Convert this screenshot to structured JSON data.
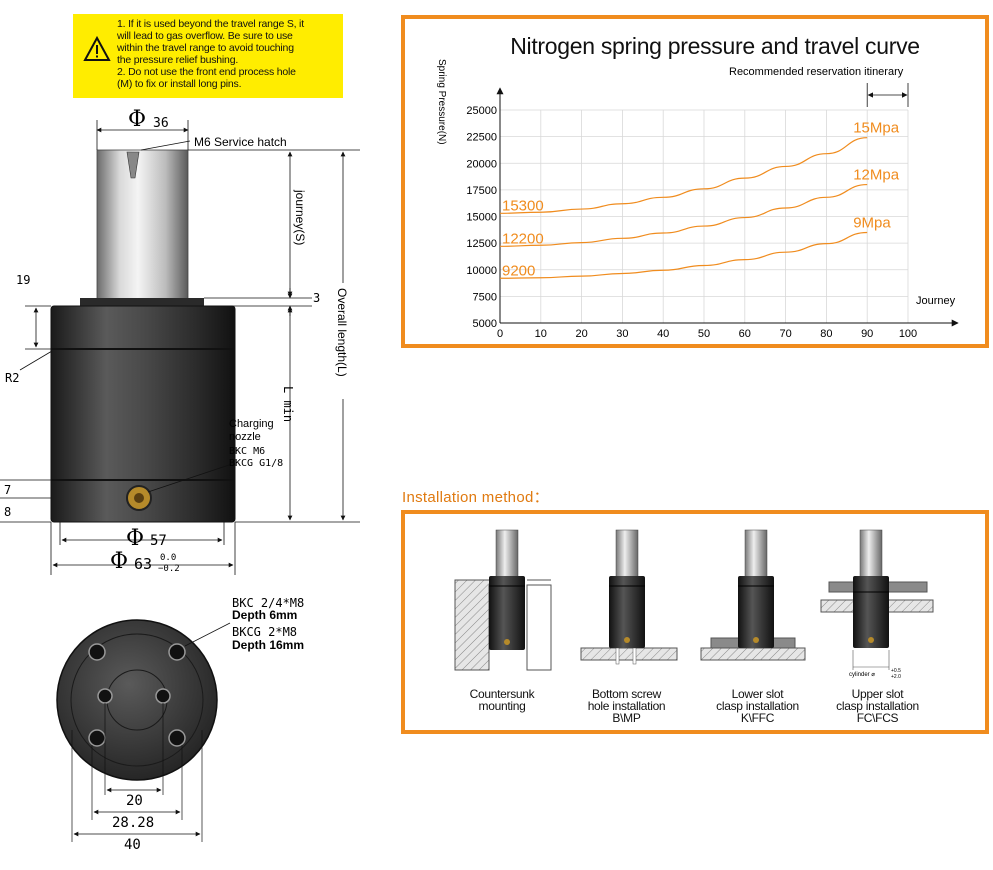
{
  "warning": {
    "icon": "warning-triangle-icon",
    "lines": [
      "1. If it is used beyond the travel range S, it",
      "will lead to gas overflow. Be sure to use",
      "within the travel range to avoid touching",
      "the pressure relief bushing.",
      "2. Do not use the front end process hole",
      "(M) to fix or install long pins."
    ]
  },
  "drawing": {
    "phi_symbol": "Φ",
    "rod_dia": "36",
    "service_hatch": "M6 Service hatch",
    "journey_label": "journey(S)",
    "overall_label": "Overall length(L)",
    "lmin_label": "L min",
    "dim_19": "19",
    "dim_3": "3",
    "dim_r2": "R2",
    "dim_7": "7",
    "dim_8": "8",
    "nozzle_title_1": "Charging",
    "nozzle_title_2": "nozzle",
    "nozzle_spec_1": "BKC  M6",
    "nozzle_spec_2": "BKCG G1/8",
    "body_dia": "57",
    "flange_dia": "63",
    "tol_upper": "0.0",
    "tol_lower": "−0.2",
    "bottom_spec_1": "BKC 2/4*M8",
    "bottom_depth_1": "Depth 6mm",
    "bottom_spec_2": "BKCG 2*M8",
    "bottom_depth_2": "Depth 16mm",
    "dim_20": "20",
    "dim_28": "28.28",
    "dim_40": "40"
  },
  "chart_data": {
    "type": "line",
    "title": "Nitrogen spring pressure and travel curve",
    "ylabel": "Spring Pressure(N)",
    "xlabel": "Journey",
    "annotation": "Recommended reservation itinerary",
    "annotation_range": [
      90,
      100
    ],
    "xlim": [
      0,
      100
    ],
    "ylim": [
      5000,
      25000
    ],
    "xticks": [
      "0",
      "10",
      "20",
      "30",
      "40",
      "50",
      "60",
      "70",
      "80",
      "90",
      "100"
    ],
    "yticks": [
      "5000",
      "7500",
      "10000",
      "12500",
      "15000",
      "17500",
      "20000",
      "22500",
      "25000"
    ],
    "grid": true,
    "series_color": "#f08c1e",
    "series": [
      {
        "name": "15Mpa",
        "start_label": "15300",
        "x": [
          0,
          10,
          20,
          30,
          40,
          50,
          60,
          70,
          80,
          90
        ],
        "values": [
          15300,
          15400,
          15700,
          16200,
          16800,
          17600,
          18600,
          19700,
          20900,
          22400
        ]
      },
      {
        "name": "12Mpa",
        "start_label": "12200",
        "x": [
          0,
          10,
          20,
          30,
          40,
          50,
          60,
          70,
          80,
          90
        ],
        "values": [
          12200,
          12300,
          12550,
          12950,
          13450,
          14100,
          14900,
          15800,
          16800,
          18000
        ]
      },
      {
        "name": "9Mpa",
        "start_label": "9200",
        "x": [
          0,
          10,
          20,
          30,
          40,
          50,
          60,
          70,
          80,
          90
        ],
        "values": [
          9200,
          9250,
          9400,
          9650,
          9950,
          10400,
          10950,
          11650,
          12450,
          13500
        ]
      }
    ]
  },
  "installation": {
    "heading": "Installation method：",
    "cylinder_note": "cylinder ⌀",
    "cylinder_tol_up": "+0.5",
    "cylinder_tol_down": "+2.0",
    "methods": [
      {
        "line1": "Countersunk",
        "line2": "mounting",
        "line3": ""
      },
      {
        "line1": "Bottom screw",
        "line2": "hole installation",
        "line3": "B\\MP"
      },
      {
        "line1": "Lower slot",
        "line2": "clasp installation",
        "line3": "K\\FFC"
      },
      {
        "line1": "Upper slot",
        "line2": "clasp installation",
        "line3": "FC\\FCS"
      }
    ]
  }
}
